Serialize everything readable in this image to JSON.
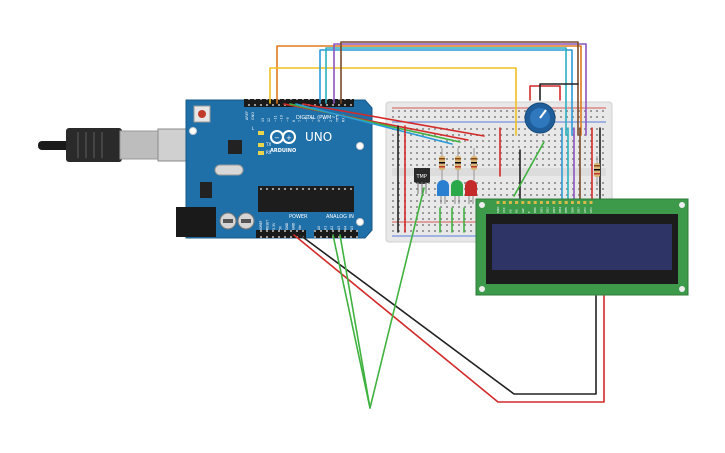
{
  "arduino": {
    "brand": "UNO",
    "logo_text": "ARDUINO",
    "header_digital": "DIGITAL (PWM~)",
    "header_power": "POWER",
    "header_analog": "ANALOG IN",
    "label_aref": "AREF",
    "label_gnd": "GND",
    "label_l": "L",
    "label_tx": "TX",
    "label_rx": "RX",
    "power_pins": [
      "IOREF",
      "RESET",
      "3.3V",
      "5V",
      "GND",
      "GND",
      "Vin"
    ],
    "analog_pins": [
      "A0",
      "A1",
      "A2",
      "A3",
      "A4",
      "A5"
    ],
    "digital_pins": [
      "13",
      "12",
      "~11",
      "~10",
      "~9",
      "8",
      "7",
      "~6",
      "~5",
      "4",
      "~3",
      "2",
      "TX 1",
      "RX 0"
    ]
  },
  "sensor": {
    "label": "TMP"
  },
  "lcd": {
    "pin_labels": [
      "GND",
      "VCC",
      "V0",
      "RS",
      "RW",
      "E",
      "DB0",
      "DB1",
      "DB2",
      "DB3",
      "DB4",
      "DB5",
      "DB6",
      "DB7",
      "LED",
      "LED"
    ]
  },
  "colors": {
    "board": "#1f6fa8",
    "breadboard": "#e8e8e8",
    "lcd_pcb": "#3d9a4a",
    "lcd_screen": "#2e3566",
    "wire_red": "#d32a2a",
    "wire_black": "#222222",
    "wire_green": "#3fb23f",
    "wire_orange": "#e07b1a",
    "wire_yellow": "#f0c020",
    "wire_blue": "#2a9ad8",
    "wire_purple": "#8a55c0",
    "wire_brown": "#7a4a2a",
    "led_blue": "#2a7fd0",
    "led_green": "#2aa84a",
    "led_red": "#c42a2a"
  }
}
